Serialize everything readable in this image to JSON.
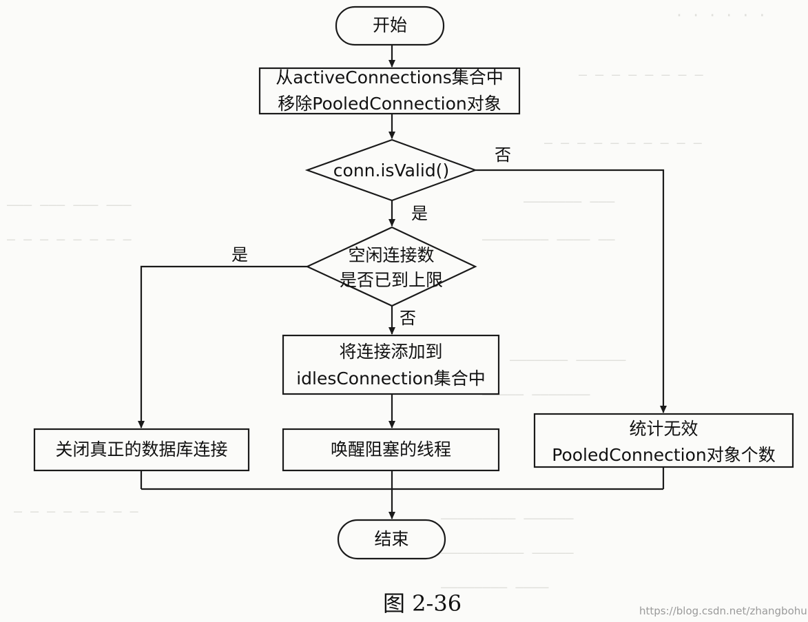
{
  "nodes": {
    "start": {
      "label": "开始"
    },
    "remove_active": {
      "lines": [
        "从activeConnections集合中",
        "移除PooledConnection对象"
      ]
    },
    "is_valid": {
      "label": "conn.isValid()"
    },
    "idle_limit": {
      "lines": [
        "空闲连接数",
        "是否已到上限"
      ]
    },
    "add_idle": {
      "lines": [
        "将连接添加到",
        "idlesConnection集合中"
      ]
    },
    "close_real": {
      "label": "关闭真正的数据库连接"
    },
    "wake_threads": {
      "label": "唤醒阻塞的线程"
    },
    "count_invalid": {
      "lines": [
        "统计无效",
        "PooledConnection对象个数"
      ]
    },
    "end": {
      "label": "结束"
    }
  },
  "edge_labels": {
    "valid_no": "否",
    "valid_yes": "是",
    "limit_yes": "是",
    "limit_no": "否"
  },
  "caption": "图 2-36",
  "watermark": "https://blog.csdn.net/zhangbohun",
  "colors": {
    "background": "#fbfbf9",
    "stroke": "#1a1a1a",
    "text": "#111111",
    "bleed_text": "#c9c9c4"
  }
}
